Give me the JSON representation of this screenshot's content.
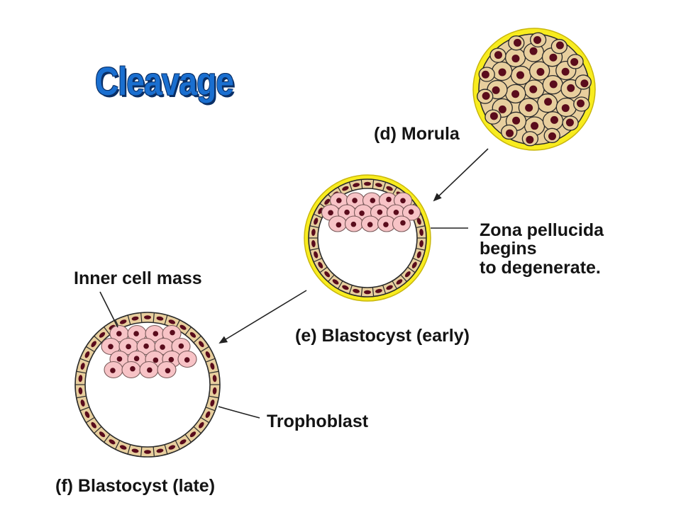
{
  "title": "Cleavage",
  "stages": {
    "morula": "(d) Morula",
    "early_blastocyst": "(e) Blastocyst (early)",
    "late_blastocyst": "(f) Blastocyst (late)"
  },
  "annotations": {
    "zona_pellucida": [
      "Zona pellucida",
      "begins",
      "to degenerate."
    ],
    "inner_cell_mass": "Inner cell mass",
    "trophoblast": "Trophoblast"
  },
  "colors": {
    "zona": "#f8ec1f",
    "cell": "#e8cf9e",
    "inner_cell": "#f7c3c6",
    "nucleus": "#5a0c1c",
    "outline": "#2a2a2a",
    "title": "#1a6fd0"
  }
}
